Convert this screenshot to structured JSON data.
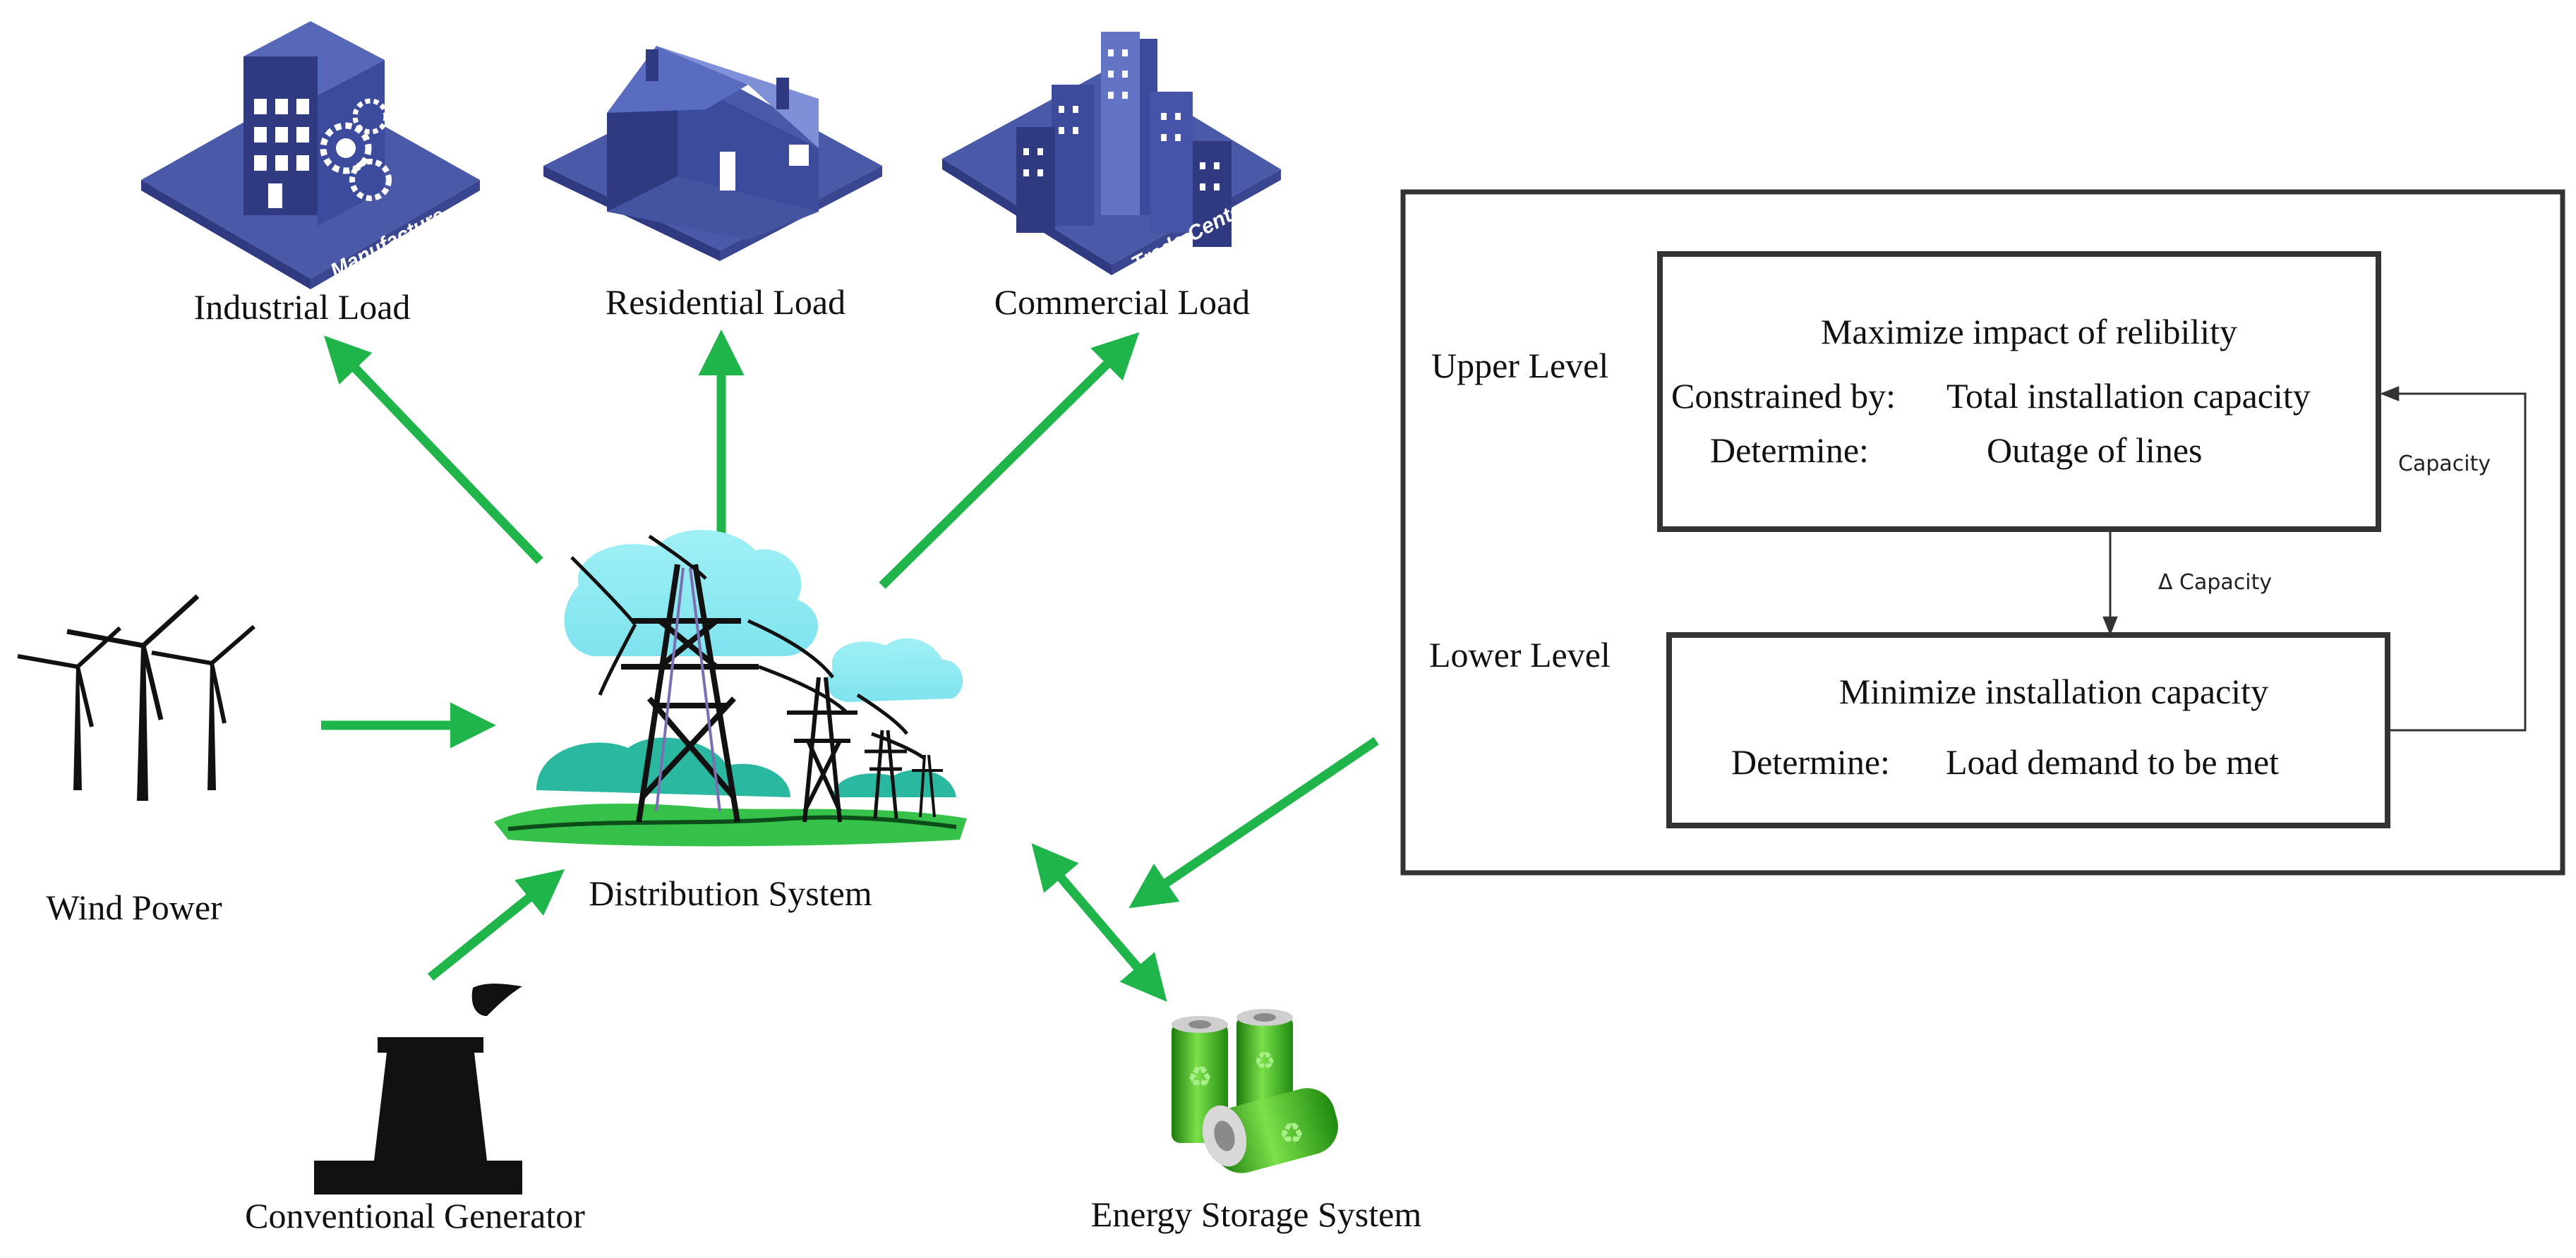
{
  "nodes": {
    "industrial_load": "Industrial Load",
    "residential_load": "Residential Load",
    "commercial_load": "Commercial Load",
    "wind_power": "Wind Power",
    "distribution_system": "Distribution System",
    "conventional_generator": "Conventional Generator",
    "energy_storage_system": "Energy Storage System"
  },
  "building_labels": {
    "manufacture": "Manufacture",
    "trade_center": "Trade Center"
  },
  "bilevel": {
    "upper_level_label": "Upper Level",
    "lower_level_label": "Lower Level",
    "upper": {
      "objective": "Maximize impact of relibility",
      "constraint_label": "Constrained by:",
      "constraint_value": "Total installation capacity",
      "determine_label": "Determine:",
      "determine_value": "Outage of lines"
    },
    "lower": {
      "objective": "Minimize installation capacity",
      "determine_label": "Determine:",
      "determine_value": "Load demand to be met"
    },
    "down_arrow_label": "Δ Capacity",
    "feedback_label": "Capacity"
  },
  "colors": {
    "arrow_green": "#1fb54b",
    "building_blue": "#4a5aa8",
    "battery_green": "#3cb01e",
    "box_stroke": "#333333"
  }
}
